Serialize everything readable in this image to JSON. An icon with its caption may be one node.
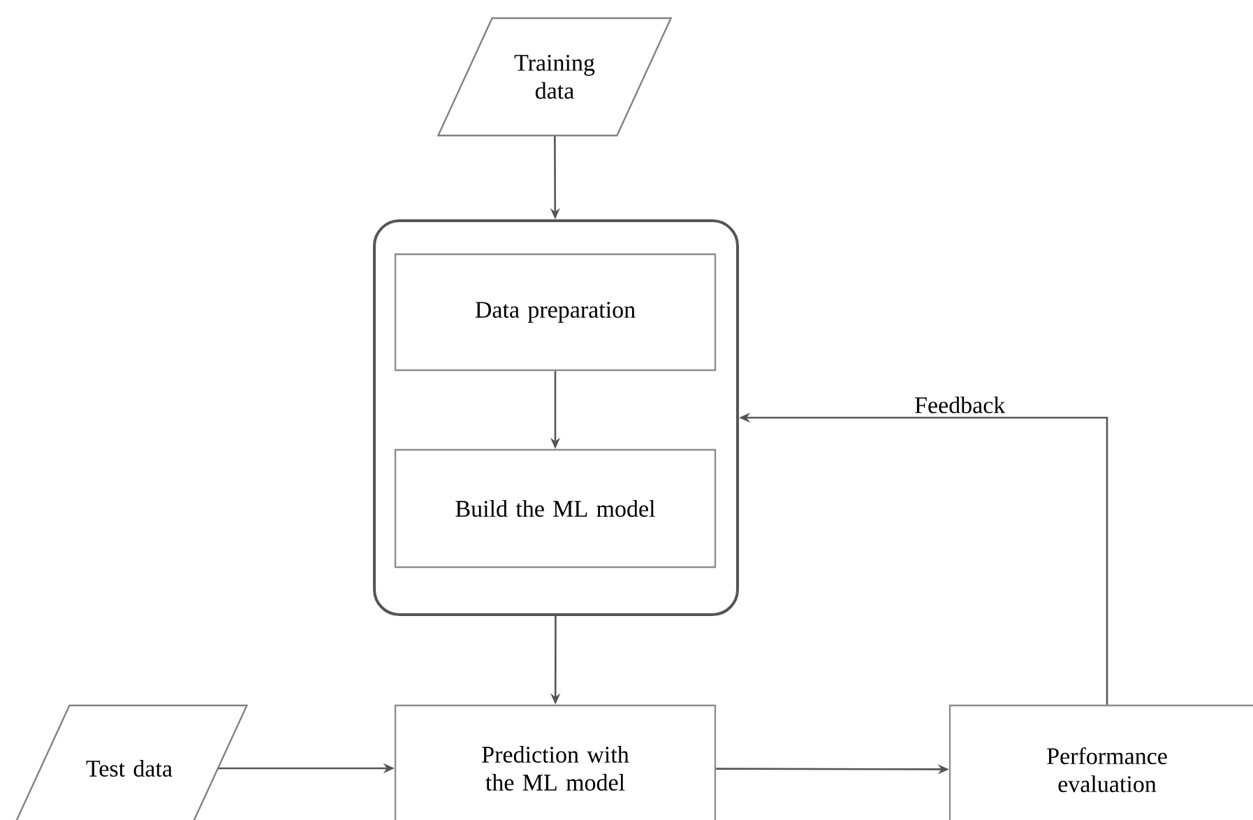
{
  "diagram": {
    "nodes": [
      {
        "text": [
          "Training data"
        ]
      },
      {
        "text": [],
        "shape": "box"
      },
      {
        "text": [
          "Data preparation"
        ],
        "in": 1
      },
      {
        "text": [
          "Build the ML model"
        ],
        "in": 1
      },
      {
        "text": [
          "Test data"
        ]
      },
      {
        "text": [
          "Prediction with the ML model"
        ]
      },
      {
        "text": [
          "Performance evaluation"
        ]
      }
    ],
    "edges": [
      {
        "from": 0,
        "to": 1,
        "arrow": "to"
      },
      {
        "from": 2,
        "to": 3,
        "arrow": "to"
      },
      {
        "from": 1,
        "to": 5,
        "arrow": "to"
      },
      {
        "from": 4,
        "to": 5,
        "arrow": "to"
      },
      {
        "from": 5,
        "to": 6,
        "arrow": "to"
      },
      {
        "from": 6,
        "to": 1,
        "arrow": "to",
        "label": "Feedback"
      }
    ]
  }
}
